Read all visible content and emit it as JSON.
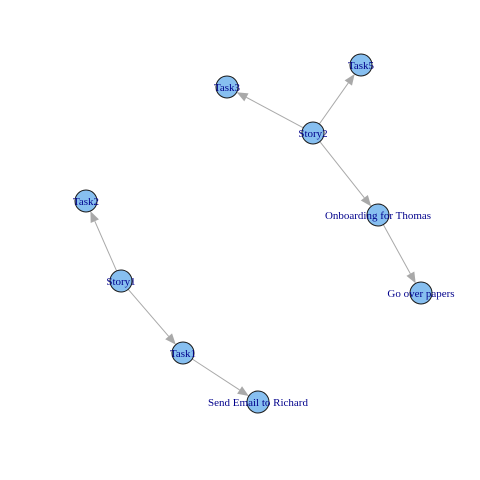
{
  "graph": {
    "type": "directed-graph",
    "node_color": "#87bff0",
    "node_border_color": "#1a1a1a",
    "edge_color": "#a9a9a9",
    "label_color": "#00008b",
    "nodes": [
      {
        "id": "story2",
        "label": "Story2"
      },
      {
        "id": "task3",
        "label": "Task3"
      },
      {
        "id": "task5",
        "label": "Task5"
      },
      {
        "id": "onboarding",
        "label": "Onboarding for Thomas"
      },
      {
        "id": "papers",
        "label": "Go over papers"
      },
      {
        "id": "story1",
        "label": "Story1"
      },
      {
        "id": "task2",
        "label": "Task2"
      },
      {
        "id": "task1",
        "label": "Task1"
      },
      {
        "id": "email",
        "label": "Send Email to Richard"
      }
    ],
    "edges": [
      {
        "from": "story2",
        "to": "task3"
      },
      {
        "from": "story2",
        "to": "task5"
      },
      {
        "from": "story2",
        "to": "onboarding"
      },
      {
        "from": "onboarding",
        "to": "papers"
      },
      {
        "from": "story1",
        "to": "task2"
      },
      {
        "from": "story1",
        "to": "task1"
      },
      {
        "from": "task1",
        "to": "email"
      }
    ]
  }
}
